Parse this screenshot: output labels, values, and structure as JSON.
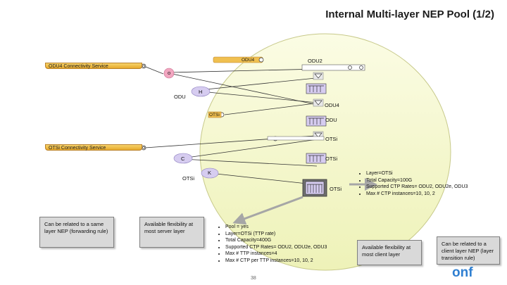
{
  "title": "Internal Multi-layer NEP Pool (1/2)",
  "service_bars": {
    "odu4": "ODU4 Connectivity Service",
    "otsi": "OTSi Connectivity Service",
    "odu4_top": "ODU4"
  },
  "letters": {
    "o_small_1": "o",
    "o_small_2": "o",
    "o_pink": "o",
    "h": "H",
    "c": "C",
    "k": "K"
  },
  "labels": {
    "odu2": "ODU2",
    "odu_left": "ODU",
    "odu4_right": "ODU4",
    "otsi_bar": "OTSi",
    "odu_mid": "ODU",
    "otsi_mid": "OTSi",
    "otsi_right": "OTSi",
    "otsi_left": "OTSi",
    "otsi_bottom": "OTSi"
  },
  "callouts": {
    "same_layer": "Can be related to a same layer NEP (forwarding rule)",
    "flex_server": "Available flexibility at most server layer",
    "flex_client": "Available flexibility at most client layer",
    "client_layer": "Can be related to a client layer NEP (layer transition rule)"
  },
  "notes": {
    "nep_attrs": [
      "Layer=OTSi",
      "Total Capacity=100G",
      "Supported CTP Rates= ODU2, ODU2e, ODU3",
      "Max # CTP instances=10, 10, 2"
    ],
    "pool_attrs": [
      "Pool = yes",
      "Layer=OTSi (TTP rate)",
      "Total Capacity=400G",
      "Supported CTP Rates= ODU2, ODU2e, ODU3",
      "Max # TTP instances=4",
      "Max # CTP per TTP instances=10, 10, 2"
    ]
  },
  "page_number": "38",
  "logo_text": "onf",
  "colors": {
    "ellipse": "#f4f7c9",
    "ellipse_stroke": "#c7c98a",
    "lavender": "#d6ccf0",
    "pink": "#f2a6c0",
    "service_bar": "#f0c050",
    "arrow_gray": "#a6a6a6",
    "logo_blue": "#2f7fd1"
  }
}
